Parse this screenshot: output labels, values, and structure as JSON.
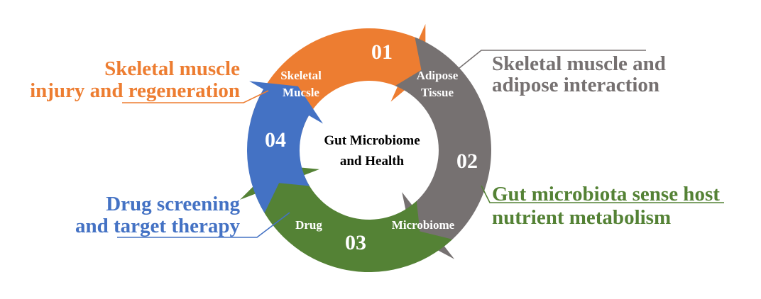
{
  "center": {
    "line1": "Gut Microbiome",
    "line2": "and Health"
  },
  "segments": [
    {
      "number": "01",
      "name_lines": [
        "Skeletal",
        "Mucsle"
      ],
      "color": "#ED7D31",
      "callout_lines": [
        "Skeletal muscle",
        "injury and regeneration"
      ],
      "callout_color": "#ED7D31"
    },
    {
      "number": "02",
      "name_lines": [
        "Adipose",
        "Tissue"
      ],
      "color": "#767171",
      "callout_lines": [
        "Skeletal muscle and",
        "adipose interaction"
      ],
      "callout_color": "#767171"
    },
    {
      "number": "03",
      "name_lines": [
        "Microbiome"
      ],
      "color": "#548235",
      "callout_lines": [
        "Gut microbiota sense host",
        "nutrient metabolism"
      ],
      "callout_color": "#548235"
    },
    {
      "number": "04",
      "name_lines": [
        "Drug"
      ],
      "color": "#4472C4",
      "callout_lines": [
        "Drug screening",
        "and target therapy"
      ],
      "callout_color": "#4472C4"
    }
  ]
}
